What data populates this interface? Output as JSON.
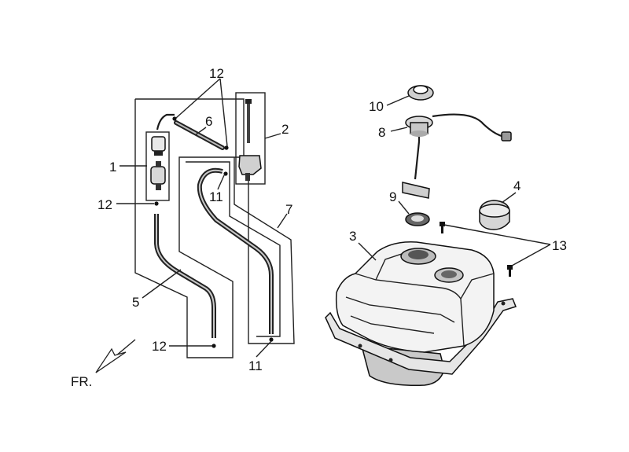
{
  "diagram": {
    "callouts": {
      "c1": "1",
      "c2": "2",
      "c3": "3",
      "c4": "4",
      "c5": "5",
      "c6": "6",
      "c7": "7",
      "c8": "8",
      "c9": "9",
      "c10": "10",
      "c11a": "11",
      "c11b": "11",
      "c12a": "12",
      "c12b": "12",
      "c12c": "12",
      "c13": "13"
    },
    "direction_label": "FR."
  },
  "colors": {
    "ink": "#111111",
    "part_fill": "#f2f2f2",
    "shade": "#bdbdbd"
  },
  "icons": {
    "direction": "front-direction-arrow-icon"
  }
}
